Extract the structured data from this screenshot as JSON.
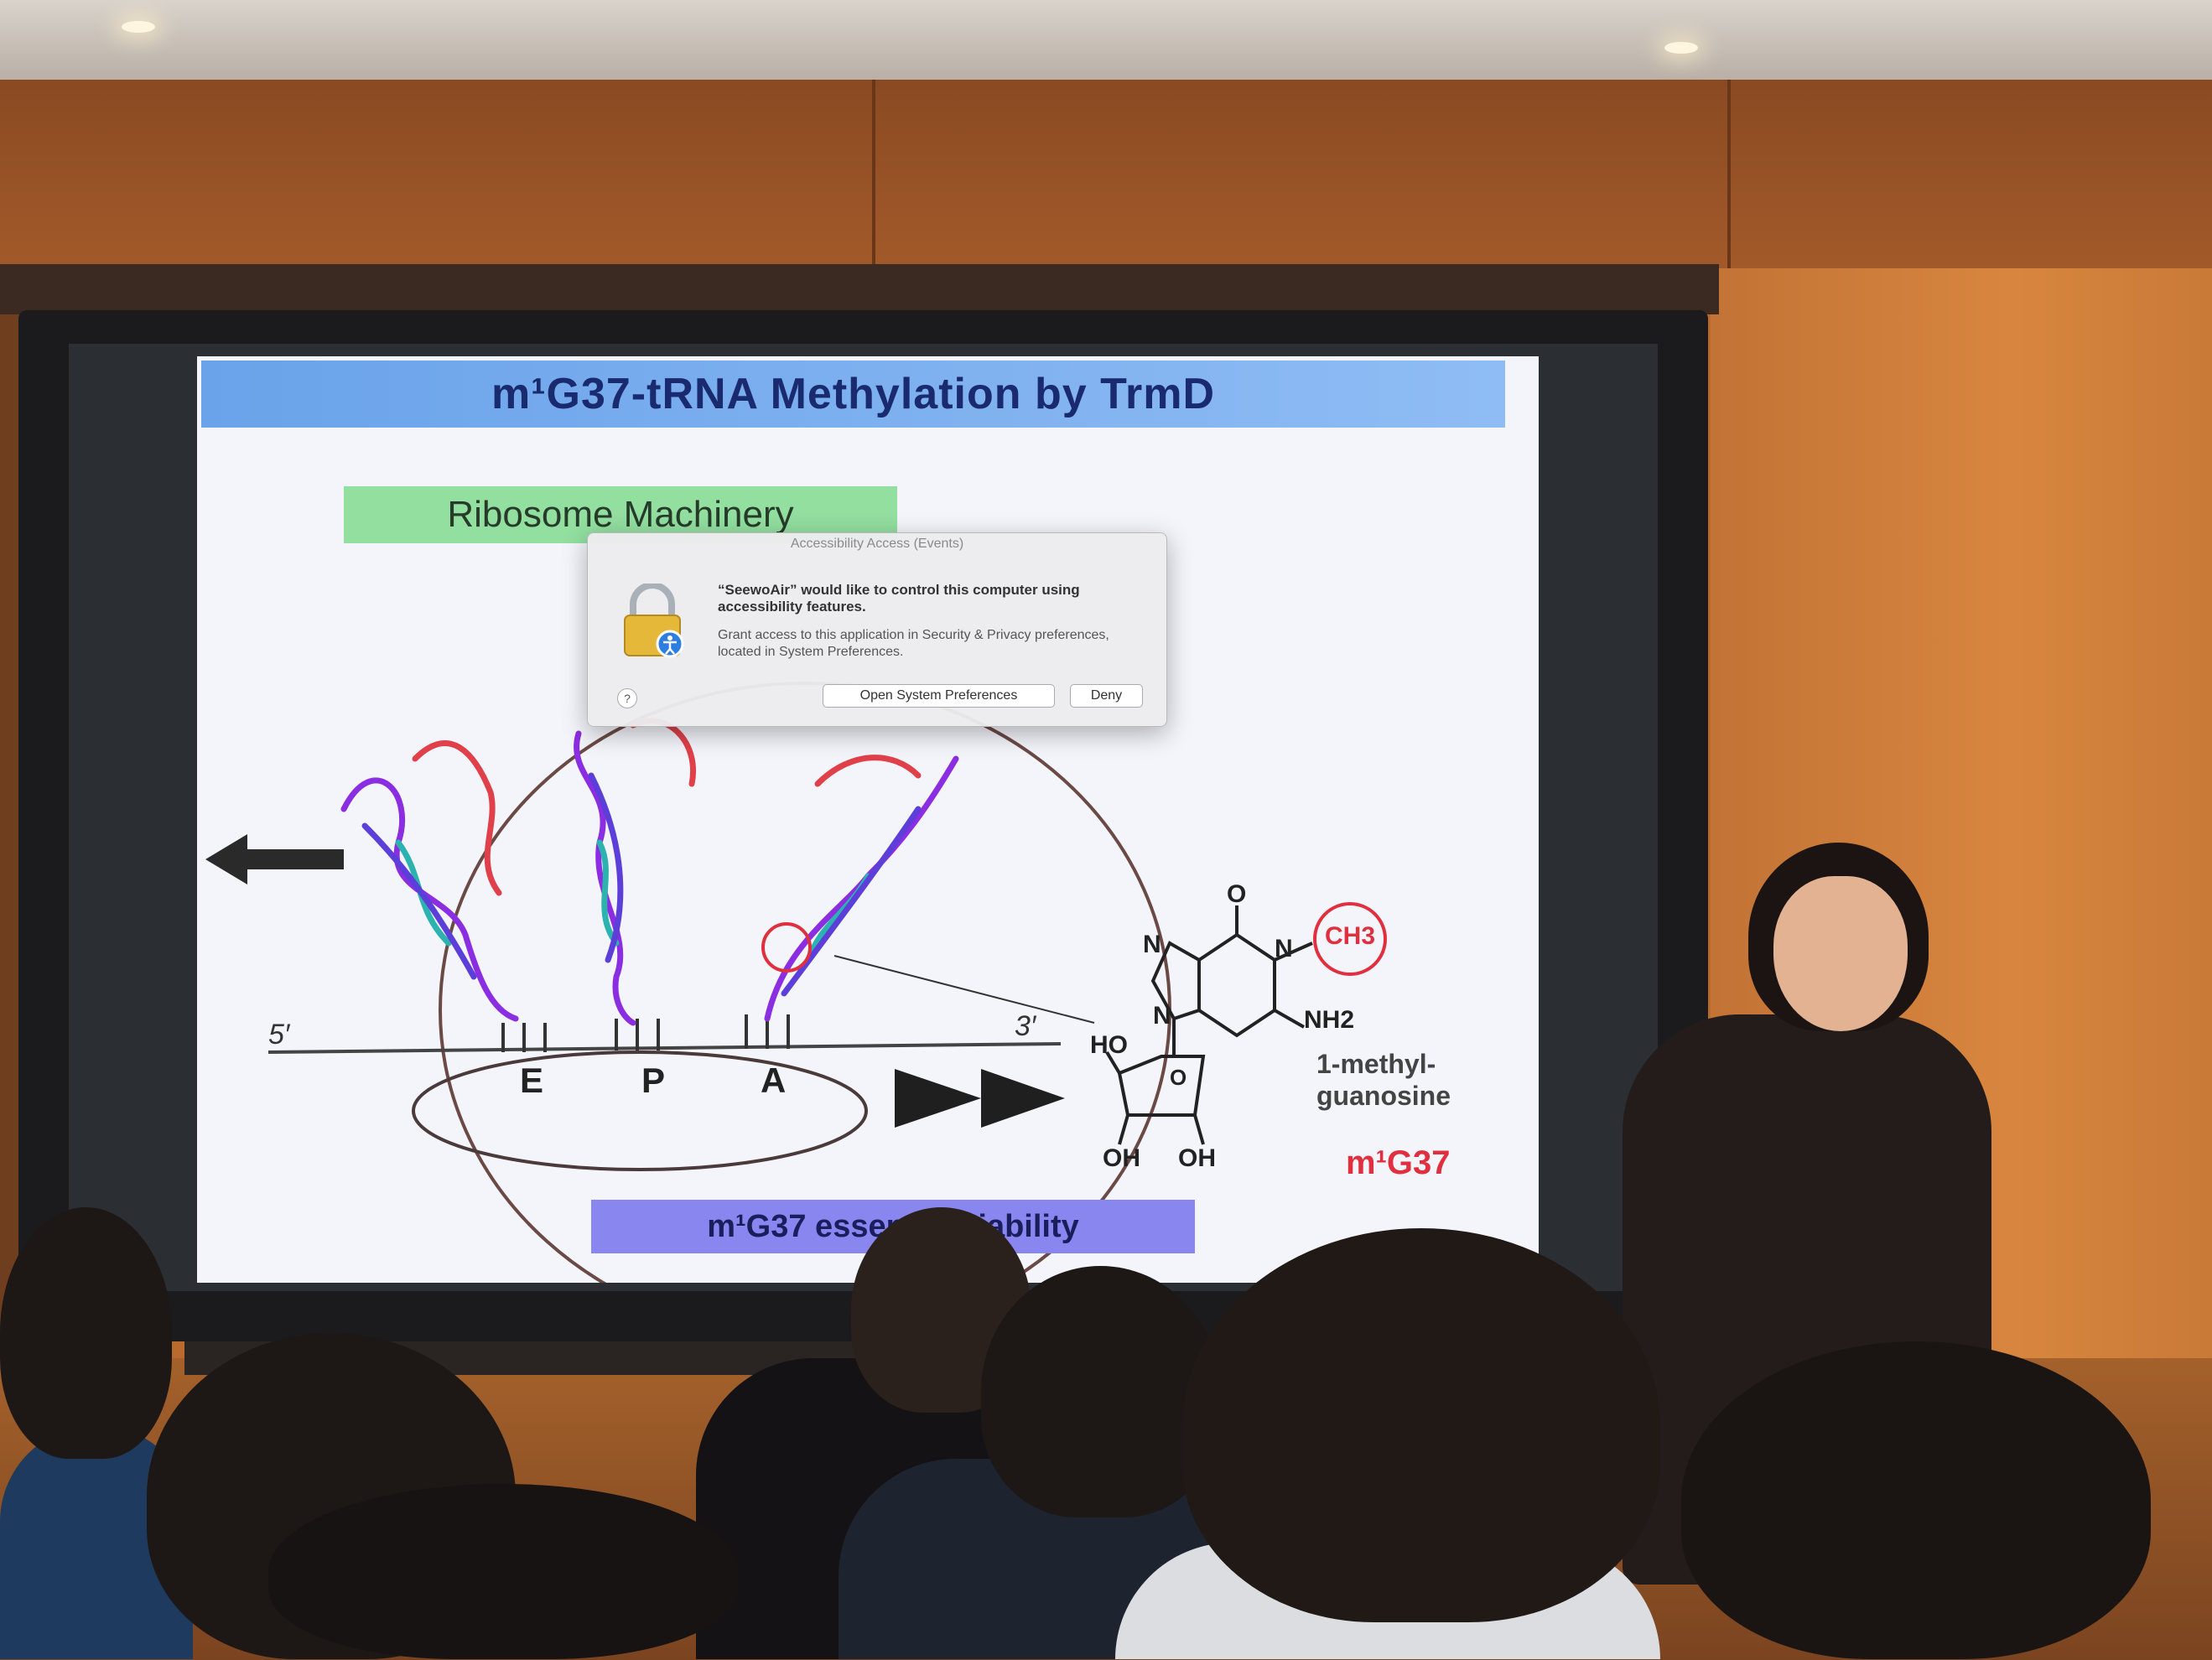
{
  "slide": {
    "title": "m¹G37-tRNA Methylation by TrmD",
    "section_label": "Ribosome Machinery",
    "five_prime": "5′",
    "three_prime": "3′",
    "sites": [
      "E",
      "P",
      "A"
    ],
    "chem": {
      "o": "O",
      "n1": "N",
      "n2": "N",
      "n3": "N",
      "ch3": "CH3",
      "nh2": "NH2",
      "ho": "HO",
      "ring_o": "O",
      "oh1": "OH",
      "oh2": "OH",
      "name": "1-methyl-\nguanosine"
    },
    "m1g37_label": "m¹G37",
    "bottom_banner": "m¹G37 essenti      ll viability"
  },
  "dialog": {
    "title": "Accessibility Access (Events)",
    "message": "“SeewoAir” would like to control this computer using accessibility features.",
    "info": "Grant access to this application in Security & Privacy preferences, located in System Preferences.",
    "help_label": "?",
    "open_button": "Open System Preferences",
    "deny_button": "Deny",
    "icon": "lock-icon"
  },
  "colors": {
    "title_bar": "#7fb2f0",
    "section_label_bg": "#92dfa0",
    "banner_bg": "#8a86ef",
    "accent_red": "#e03040"
  }
}
